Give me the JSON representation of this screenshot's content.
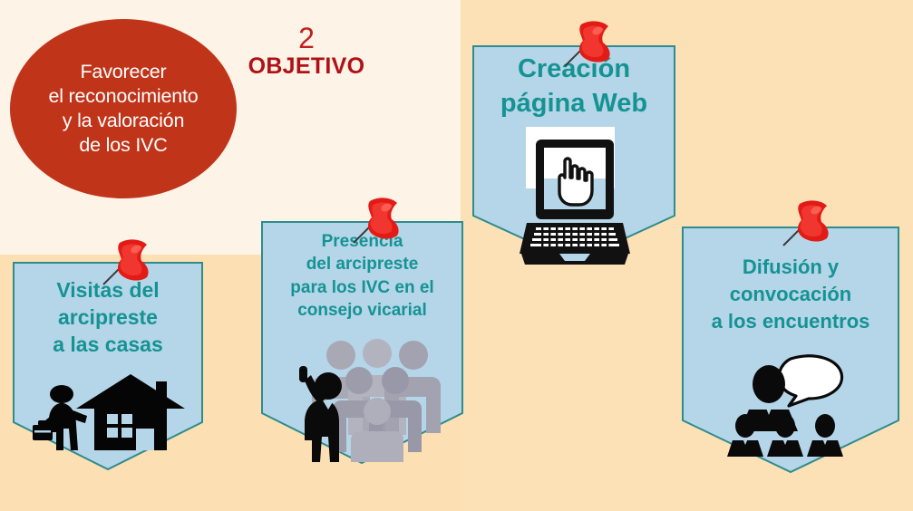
{
  "slide": {
    "headline": {
      "number": "2",
      "word": "OBJETIVO"
    },
    "goal_bubble": {
      "text": "Favorecer\nel reconocimiento\ny la valoración\nde  los IVC",
      "color": "#C0341A",
      "text_color": "#FFFFFF"
    }
  },
  "colors": {
    "background_cream": "#FDF3E7",
    "background_peach": "#FCE1B6",
    "banner_fill": "#B5D5E9",
    "banner_border": "#2E8C8C",
    "banner_text": "#159393",
    "headline_red": "#B01116",
    "pin_red": "#E01B1B"
  },
  "banners": [
    {
      "id": "visitas",
      "text": "Visitas del\narcipreste\na las casas",
      "icon": "person-walking-with-briefcase-and-house-icon",
      "pin": "red-pushpin-icon"
    },
    {
      "id": "presencia",
      "text": "Presencia\ndel arcipreste\npara los IVC en el\nconsejo vicarial",
      "icon": "speaker-with-crowd-icon",
      "pin": "red-pushpin-icon"
    },
    {
      "id": "web",
      "text": "Creación\npágina Web",
      "icon": "laptop-with-pointing-hand-cursor-icon",
      "pin": "red-pushpin-icon"
    },
    {
      "id": "difusion",
      "text": "Difusión y\nconvocación\na los encuentros",
      "icon": "speaker-with-speech-bubble-and-audience-icon",
      "pin": "red-pushpin-icon"
    }
  ]
}
